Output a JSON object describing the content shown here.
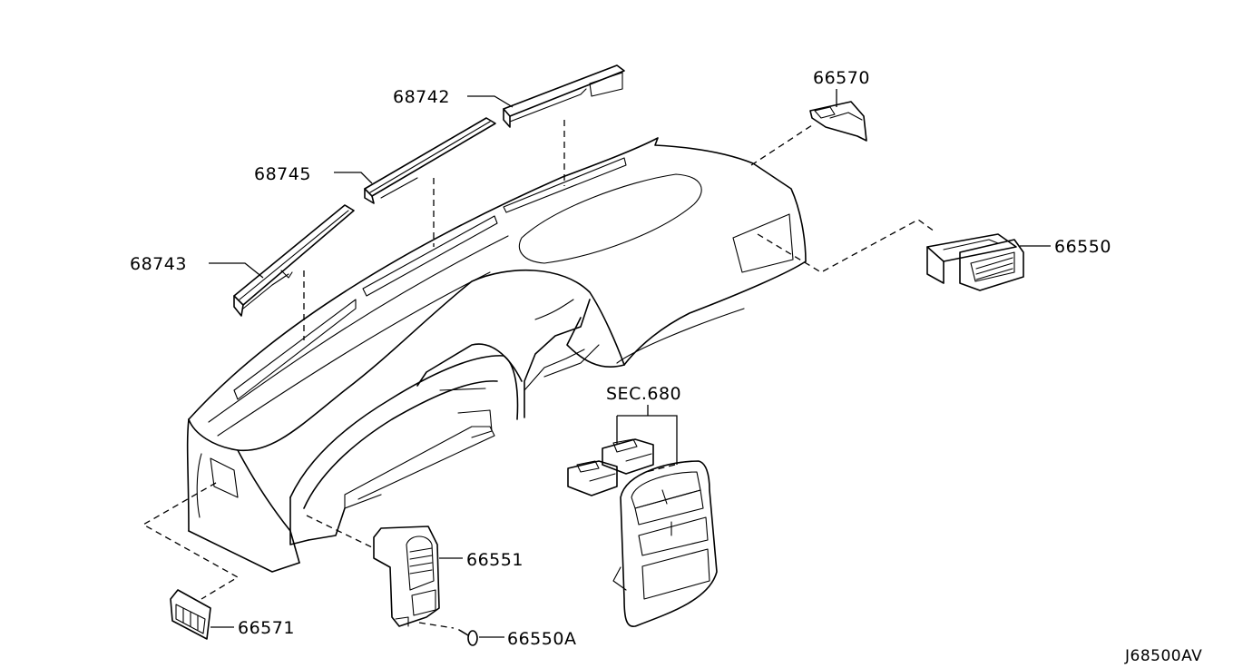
{
  "callouts": [
    {
      "id": "vent-center-right",
      "number": "68742"
    },
    {
      "id": "vent-center",
      "number": "68745"
    },
    {
      "id": "vent-left",
      "number": "68743"
    },
    {
      "id": "grille-right-side",
      "number": "66570"
    },
    {
      "id": "ventilator-right",
      "number": "66550"
    },
    {
      "id": "section-ref",
      "number": "SEC.680"
    },
    {
      "id": "ventilator-center",
      "number": "66551"
    },
    {
      "id": "grille-left-side",
      "number": "66571"
    },
    {
      "id": "clip",
      "number": "66550A"
    }
  ],
  "drawing_code": "J68500AV"
}
